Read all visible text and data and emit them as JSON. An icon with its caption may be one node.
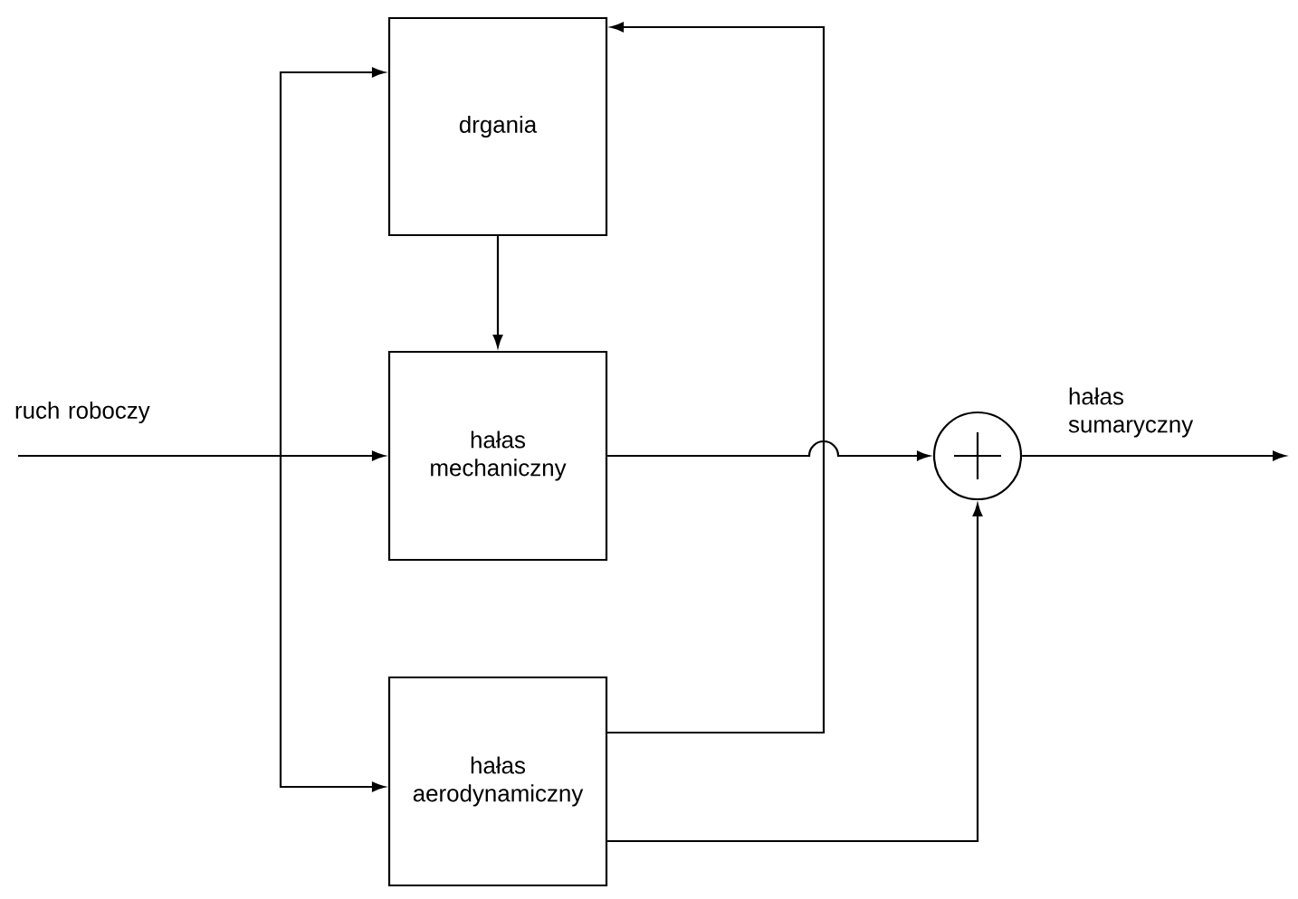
{
  "diagram": {
    "nodes": [
      {
        "text": [
          "drgania"
        ]
      },
      {
        "text": [
          "hałas mechaniczny"
        ]
      },
      {
        "text": [
          "hałas aerodynamiczny"
        ]
      },
      {
        "text": [],
        "shape": "circle"
      }
    ],
    "edges": [
      {
        "from": null,
        "to": 0,
        "arrow": "to"
      },
      {
        "from": null,
        "to": 1,
        "arrow": "to",
        "label": "ruch roboczy"
      },
      {
        "from": null,
        "to": 2,
        "arrow": "to"
      },
      {
        "from": 0,
        "to": 1,
        "arrow": "to"
      },
      {
        "from": 1,
        "to": 3,
        "arrow": "to"
      },
      {
        "from": 2,
        "to": 0,
        "arrow": "to"
      },
      {
        "from": 2,
        "to": 3,
        "arrow": "to"
      },
      {
        "from": 3,
        "to": null,
        "arrow": "to",
        "label": "hałas sumaryczny"
      }
    ]
  }
}
